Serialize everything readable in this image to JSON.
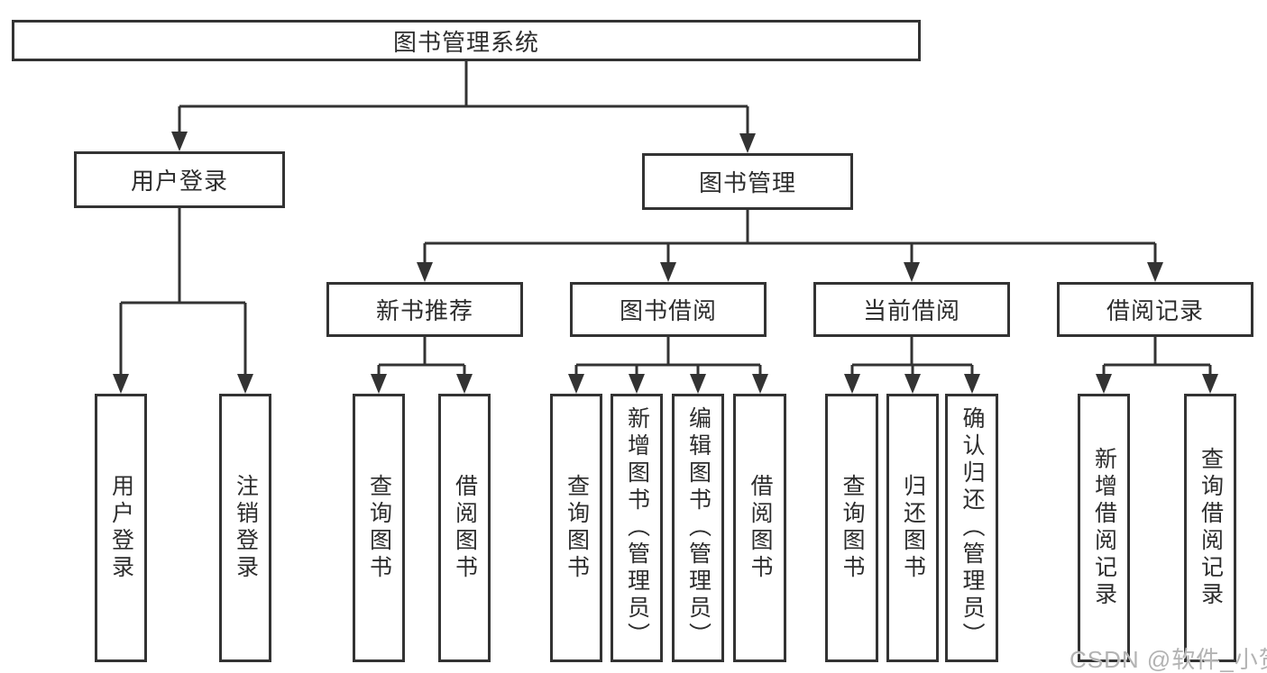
{
  "colors": {
    "line": "#333333",
    "text": "#2d2d2d",
    "background": "#ffffff",
    "watermark": "#b3b3b3"
  },
  "tree": {
    "root": "图书管理系统",
    "branches": [
      {
        "label": "用户登录",
        "children": [
          "用户登录",
          "注销登录"
        ]
      },
      {
        "label": "图书管理",
        "children": [
          {
            "label": "新书推荐",
            "children": [
              "查询图书",
              "借阅图书"
            ]
          },
          {
            "label": "图书借阅",
            "children": [
              "查询图书",
              "新增图书（管理员）",
              "编辑图书（管理员）",
              "借阅图书"
            ]
          },
          {
            "label": "当前借阅",
            "children": [
              "查询图书",
              "归还图书",
              "确认归还（管理员）"
            ]
          },
          {
            "label": "借阅记录",
            "children": [
              "新增借阅记录",
              "查询借阅记录"
            ]
          }
        ]
      }
    ]
  },
  "watermark": {
    "text": "CSDN @软件_小贺同学"
  }
}
